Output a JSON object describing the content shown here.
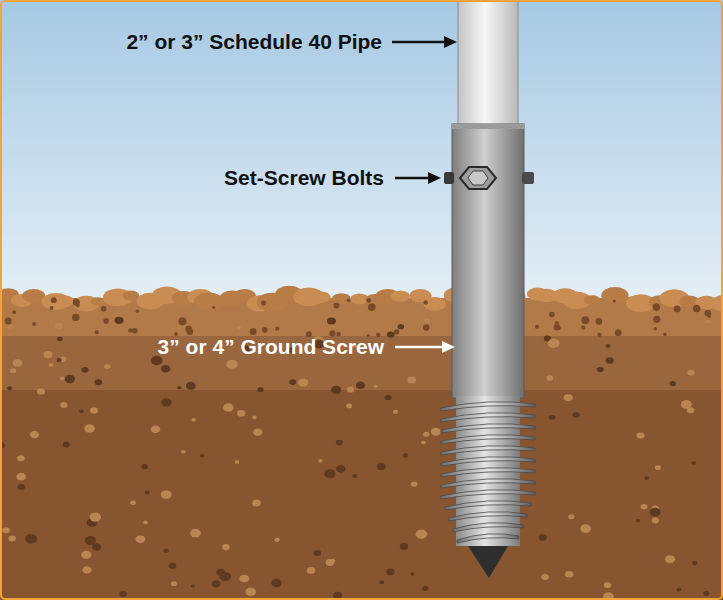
{
  "diagram": {
    "labels": [
      "2” or 3” Schedule 40 Pipe",
      "Set-Screw Bolts",
      "3” or 4” Ground Screw"
    ]
  }
}
